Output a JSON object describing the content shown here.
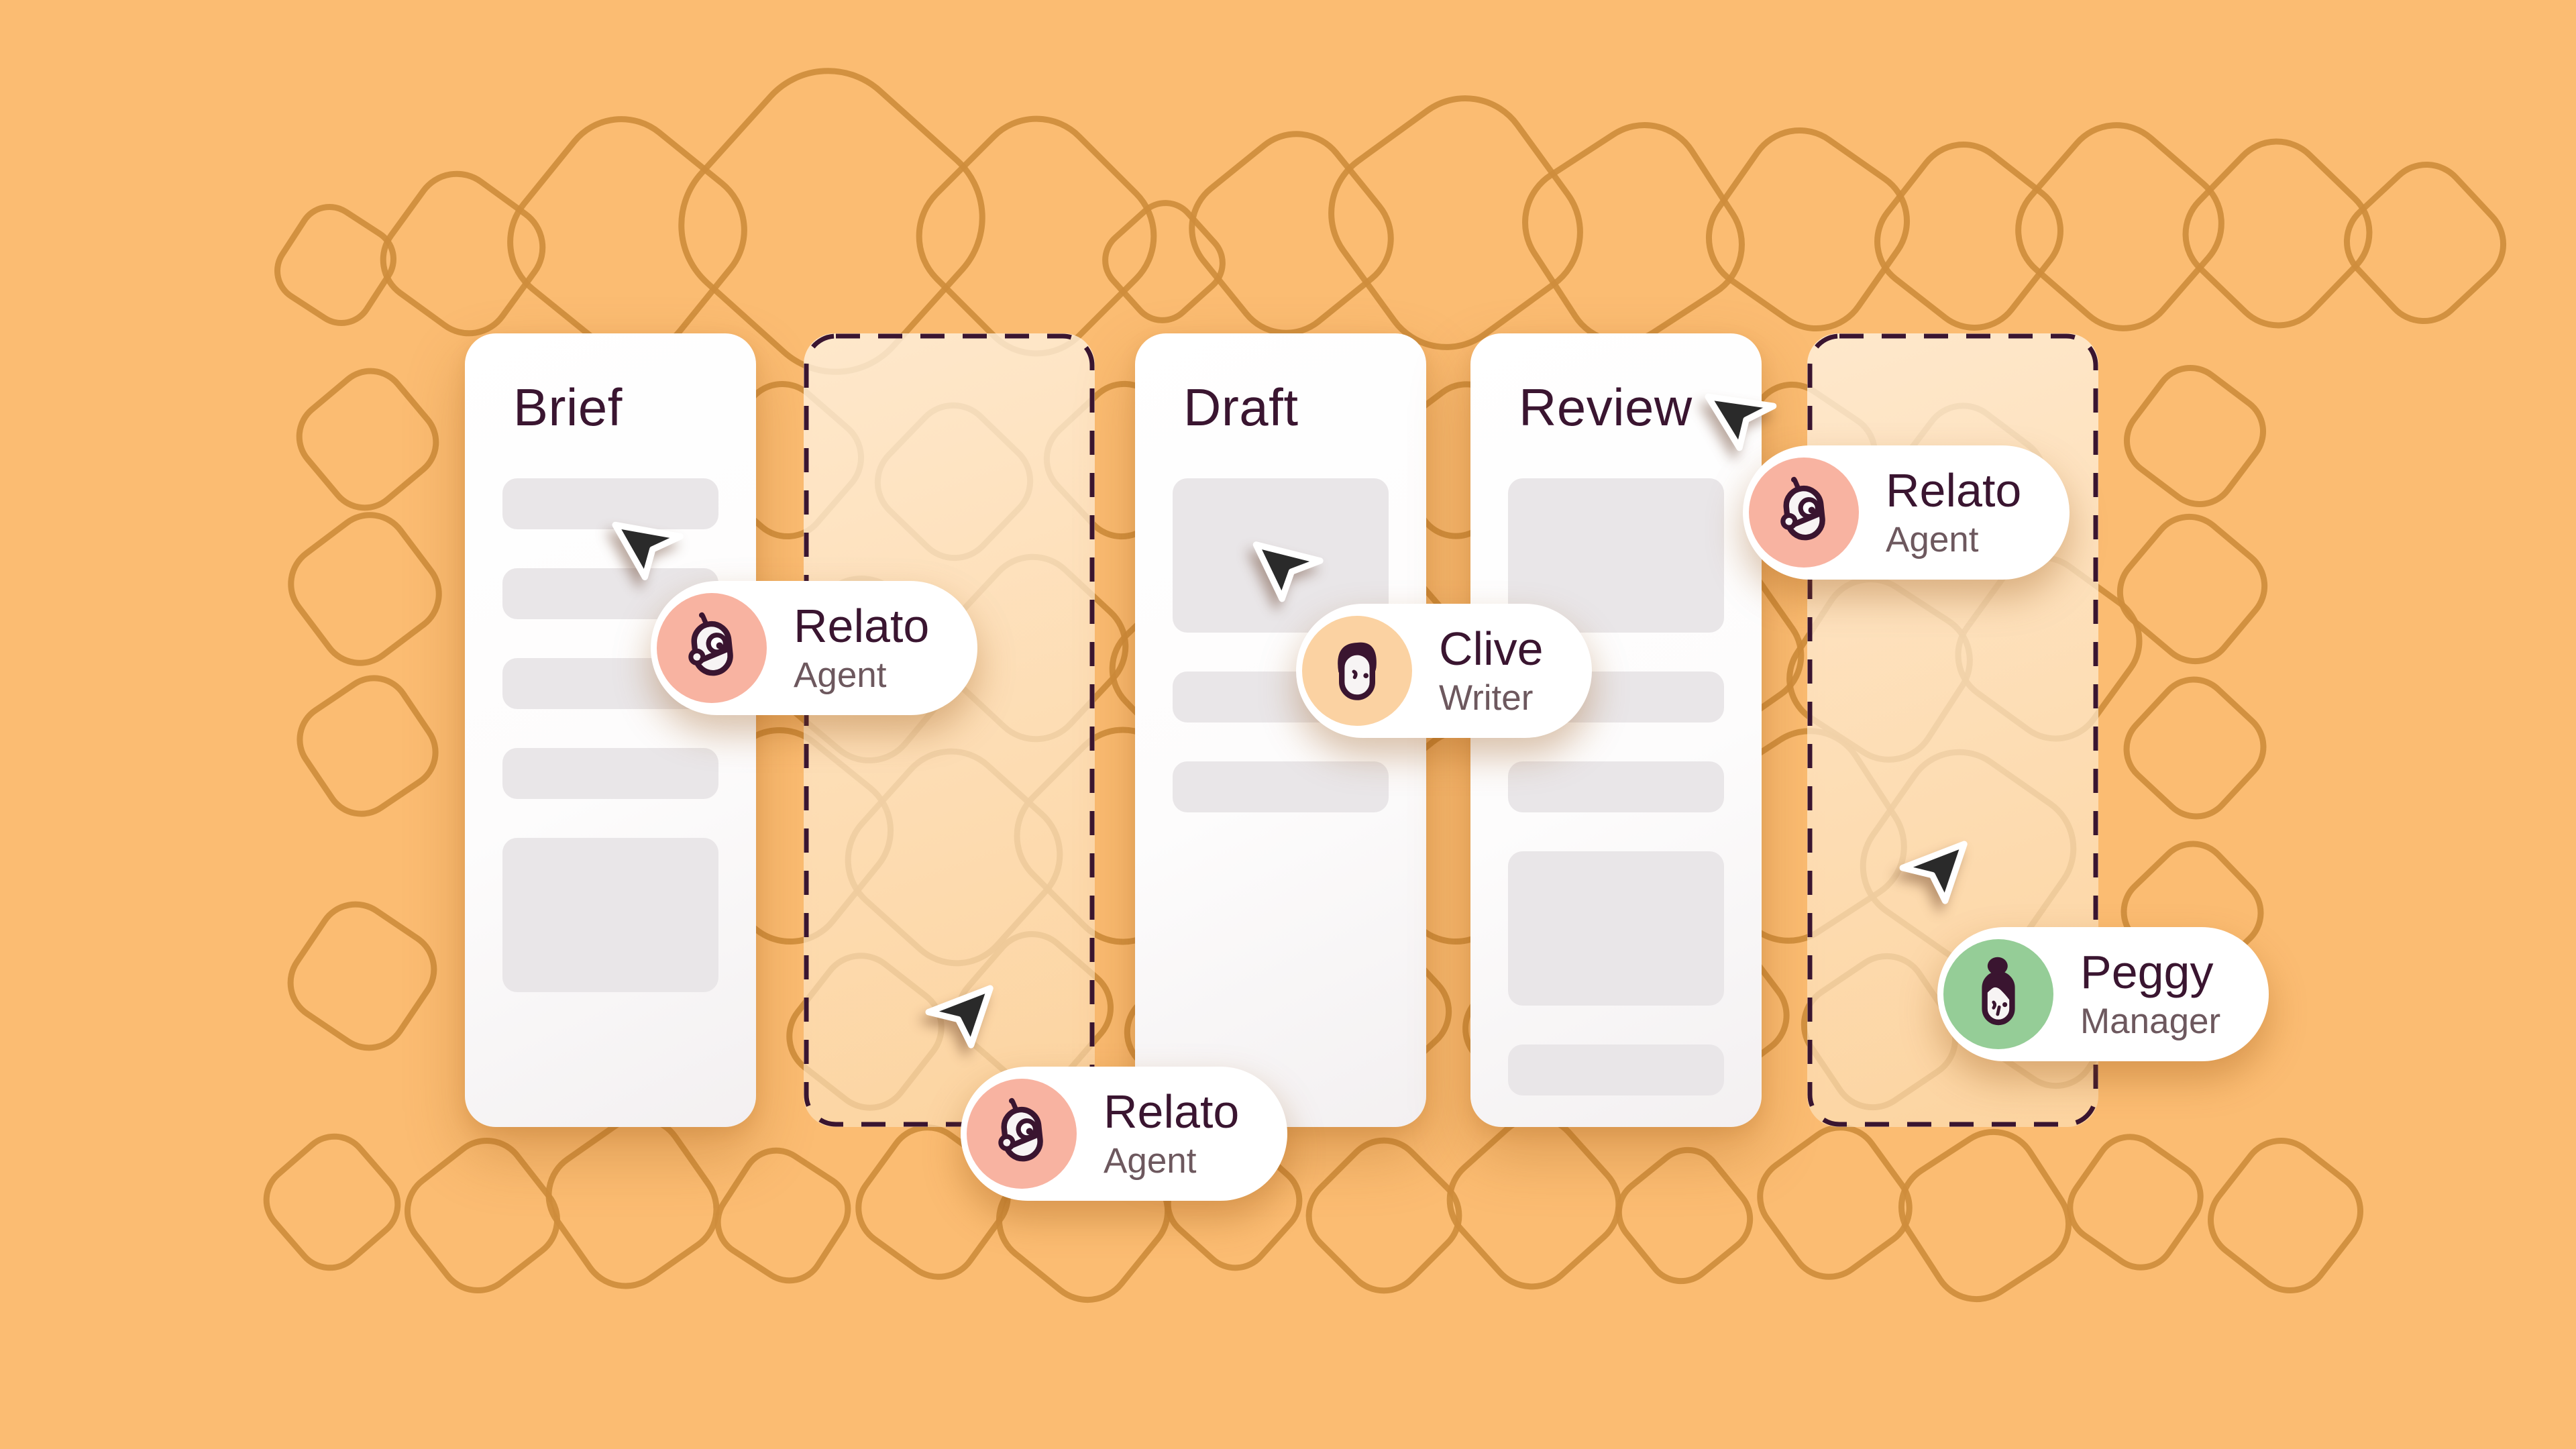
{
  "page": {
    "background_color": "#FBBC72",
    "pattern_stroke_color": "#CE8D3C",
    "accent_dark": "#3A1530",
    "skeleton_color": "#E9E6E8"
  },
  "board": {
    "columns": [
      {
        "title": "Brief",
        "type": "card",
        "skeleton_rows": [
          "bar",
          "bar",
          "bar",
          "bar",
          "block"
        ]
      },
      {
        "title": "",
        "type": "dashed-dropzone",
        "skeleton_rows": []
      },
      {
        "title": "Draft",
        "type": "card",
        "skeleton_rows": [
          "block",
          "bar",
          "bar"
        ]
      },
      {
        "title": "Review",
        "type": "card",
        "skeleton_rows": [
          "block",
          "bar",
          "bar",
          "block",
          "bar"
        ]
      },
      {
        "title": "",
        "type": "dashed-dropzone",
        "skeleton_rows": []
      }
    ]
  },
  "badges": [
    {
      "name": "Relato",
      "role": "Agent",
      "avatar": "robot-icon",
      "avatar_bg": "#F8B3A1"
    },
    {
      "name": "Clive",
      "role": "Writer",
      "avatar": "man-face-icon",
      "avatar_bg": "#FBD2A2"
    },
    {
      "name": "Relato",
      "role": "Agent",
      "avatar": "robot-icon",
      "avatar_bg": "#F8B3A1"
    },
    {
      "name": "Peggy",
      "role": "Manager",
      "avatar": "woman-face-icon",
      "avatar_bg": "#95CD97"
    },
    {
      "name": "Relato",
      "role": "Agent",
      "avatar": "robot-icon",
      "avatar_bg": "#F8B3A1"
    }
  ],
  "cursors": [
    {
      "direction": "right"
    },
    {
      "direction": "right"
    },
    {
      "direction": "right"
    },
    {
      "direction": "left"
    },
    {
      "direction": "left"
    }
  ]
}
